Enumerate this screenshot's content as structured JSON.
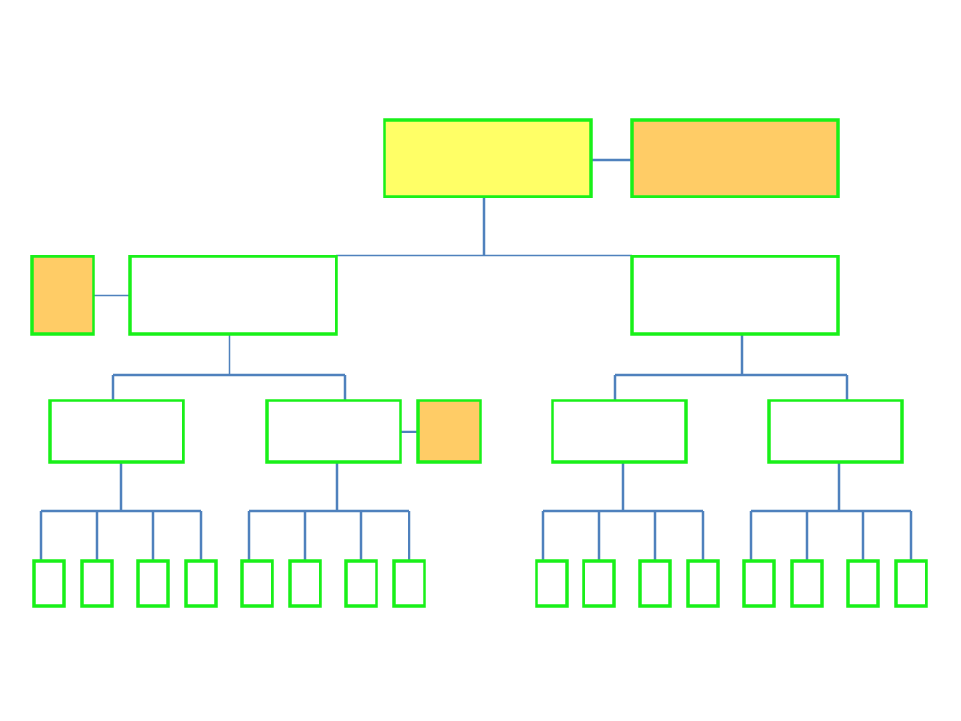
{
  "colors": {
    "background": "#ffffff",
    "box_border": "#19f019",
    "connector": "#4f81bd",
    "root_fill": "#ffff66",
    "assistant_fill": "#ffcc66",
    "box_fill": "#ffffff"
  },
  "org_chart": {
    "root": {
      "label": "",
      "fill": "root_fill"
    },
    "root_assistant": {
      "label": "",
      "fill": "assistant_fill"
    },
    "level2": [
      {
        "label": "",
        "assistant": {
          "label": "",
          "fill": "assistant_fill"
        },
        "children": [
          {
            "label": "",
            "leaves": [
              "",
              "",
              "",
              ""
            ]
          },
          {
            "label": "",
            "assistant": {
              "label": "",
              "fill": "assistant_fill"
            },
            "leaves": [
              "",
              "",
              "",
              ""
            ]
          }
        ]
      },
      {
        "label": "",
        "children": [
          {
            "label": "",
            "leaves": [
              "",
              "",
              "",
              ""
            ]
          },
          {
            "label": "",
            "leaves": [
              "",
              "",
              "",
              ""
            ]
          }
        ]
      }
    ]
  }
}
